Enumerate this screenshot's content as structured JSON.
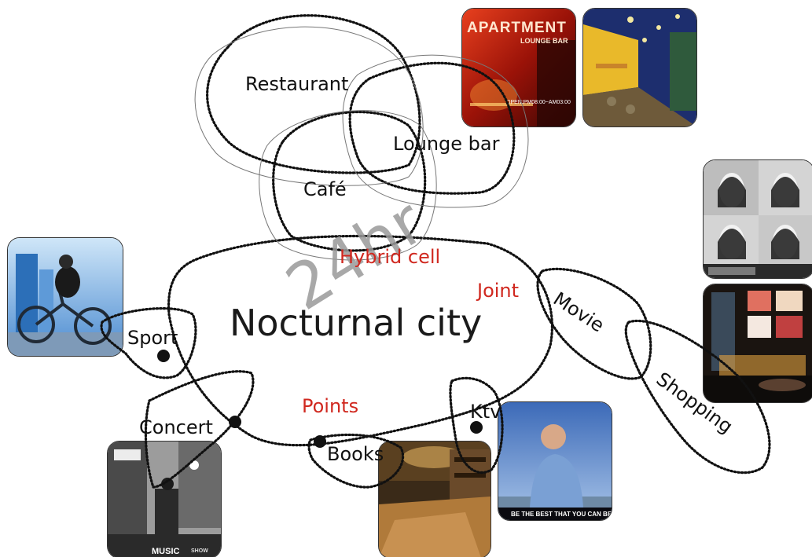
{
  "diagram": {
    "center_title": "Nocturnal city",
    "watermark": "24hr",
    "labels": {
      "restaurant": "Restaurant",
      "lounge_bar": "Lounge bar",
      "cafe": "Café",
      "hybrid_cell": "Hybrid cell",
      "joint": "Joint",
      "points": "Points",
      "sport": "Sport",
      "concert": "Concert",
      "books": "Books",
      "ktv": "Ktv",
      "movie": "Movie",
      "shopping": "Shopping"
    },
    "photos": {
      "apartment": {
        "sign": "APARTMENT",
        "sub": "LOUNGE BAR",
        "hours": "OPEN:PM08:00~AM03:00"
      },
      "music": {
        "caption": "MUSIC",
        "caption2": "SHOW"
      },
      "ktv": {
        "caption": "BE THE BEST THAT YOU CAN BE!"
      }
    },
    "colors": {
      "red_label": "#d0281f",
      "line": "#111111",
      "watermark": "#9a9a9a"
    }
  }
}
